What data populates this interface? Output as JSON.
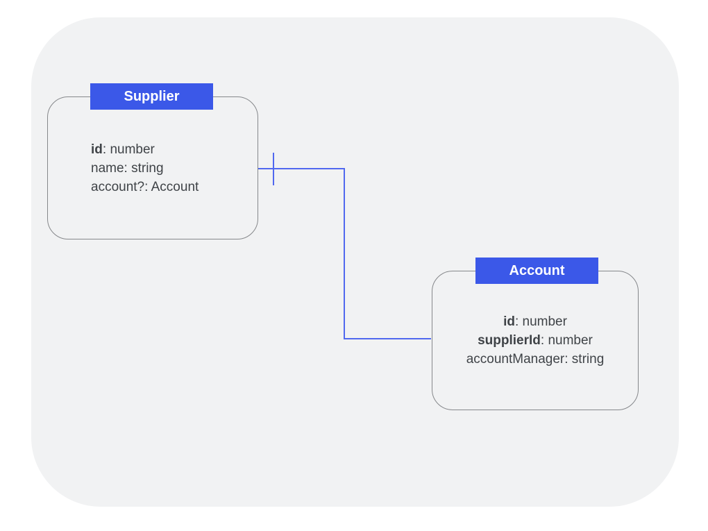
{
  "entities": [
    {
      "name": "Supplier",
      "fields": [
        {
          "name": "id",
          "rest": ": number"
        },
        {
          "name": "name",
          "rest": ": string"
        },
        {
          "name": "account?",
          "rest": ": Account"
        }
      ]
    },
    {
      "name": "Account",
      "fields": [
        {
          "name": "id",
          "rest": ": number"
        },
        {
          "name": "supplierId",
          "rest": ": number"
        },
        {
          "name": "accountManager",
          "rest": ": string"
        }
      ]
    }
  ],
  "relationship": {
    "from": "Supplier",
    "to": "Account",
    "from_field": "account?",
    "to_field": "supplierId",
    "marker": "one-tick"
  },
  "colors": {
    "entity_header_fill": "#3b58e8",
    "entity_header_text": "#ffffff",
    "entity_border": "#85878a",
    "field_text": "#3f4347",
    "connector": "#5068ef",
    "canvas_fill": "#f1f2f3",
    "page_background": "#ffffff"
  }
}
